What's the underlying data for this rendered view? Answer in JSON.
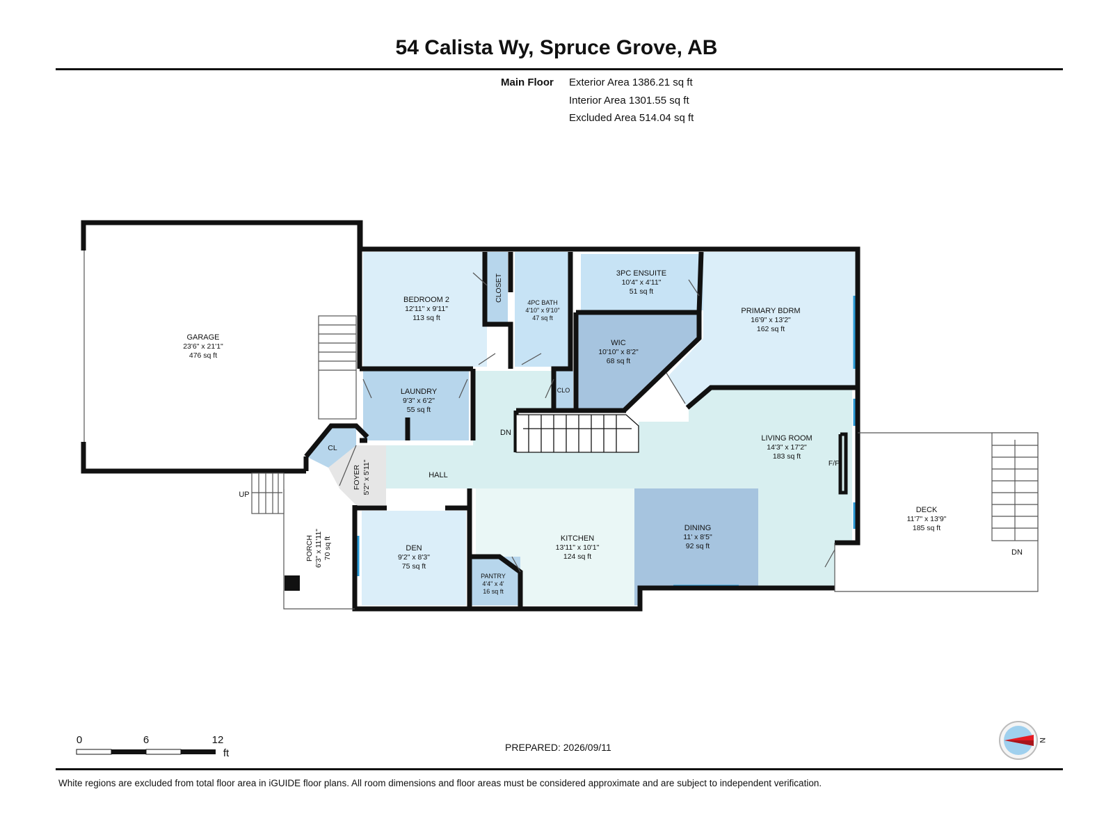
{
  "header": {
    "title": "54 Calista Wy, Spruce Grove, AB"
  },
  "floor": {
    "label": "Main Floor",
    "exterior_area": "Exterior Area 1386.21 sq ft",
    "interior_area": "Interior Area 1301.55 sq ft",
    "excluded_area": "Excluded Area 514.04 sq ft"
  },
  "rooms": {
    "garage": {
      "name": "GARAGE",
      "dims": "23'6\" x 21'1\"",
      "area": "476 sq ft"
    },
    "bedroom2": {
      "name": "BEDROOM 2",
      "dims": "12'11\" x 9'11\"",
      "area": "113 sq ft"
    },
    "closet": {
      "name": "CLOSET"
    },
    "bath4pc": {
      "name": "4PC BATH",
      "dims": "4'10\" x 9'10\"",
      "area": "47 sq ft"
    },
    "ensuite": {
      "name": "3PC ENSUITE",
      "dims": "10'4\" x 4'11\"",
      "area": "51 sq ft"
    },
    "primary": {
      "name": "PRIMARY BDRM",
      "dims": "16'9\" x 13'2\"",
      "area": "162 sq ft"
    },
    "wic": {
      "name": "WIC",
      "dims": "10'10\" x 8'2\"",
      "area": "68 sq ft"
    },
    "laundry": {
      "name": "LAUNDRY",
      "dims": "9'3\" x 6'2\"",
      "area": "55 sq ft"
    },
    "clo": {
      "name": "CLO"
    },
    "cl": {
      "name": "CL"
    },
    "foyer": {
      "name": "FOYER",
      "dims": "5'2\" x 5'11\""
    },
    "hall": {
      "name": "HALL"
    },
    "living": {
      "name": "LIVING ROOM",
      "dims": "14'3\" x 17'2\"",
      "area": "183 sq ft"
    },
    "fp": {
      "name": "F/P"
    },
    "kitchen": {
      "name": "KITCHEN",
      "dims": "13'11\" x 10'1\"",
      "area": "124 sq ft"
    },
    "dining": {
      "name": "DINING",
      "dims": "11' x 8'5\"",
      "area": "92 sq ft"
    },
    "den": {
      "name": "DEN",
      "dims": "9'2\" x 8'3\"",
      "area": "75 sq ft"
    },
    "pantry": {
      "name": "PANTRY",
      "dims": "4'4\" x 4'",
      "area": "16 sq ft"
    },
    "porch": {
      "name": "PORCH",
      "dims": "6'3\" x 11'11\"",
      "area": "70 sq ft"
    },
    "deck": {
      "name": "DECK",
      "dims": "11'7\" x 13'9\"",
      "area": "185 sq ft"
    }
  },
  "stairs": {
    "up": "UP",
    "down": "DN",
    "deck_down": "DN"
  },
  "scale_bar": {
    "ticks": [
      "0",
      "6",
      "12"
    ],
    "unit": "ft"
  },
  "compass": {
    "label": "N"
  },
  "footer": {
    "prepared": "PREPARED: 2026/09/11",
    "disclaimer": "White regions are excluded from total floor area in iGUIDE floor plans. All room dimensions and floor areas must be considered approximate and are subject to independent verification."
  },
  "colors": {
    "wall": "#111111",
    "room_blue": "#dbeef9",
    "room_mid": "#b7d6ec",
    "room_dark": "#a6c4df",
    "hall": "#d8eff0",
    "kitchen": "#eaf7f6",
    "window": "#2a9ad6"
  }
}
